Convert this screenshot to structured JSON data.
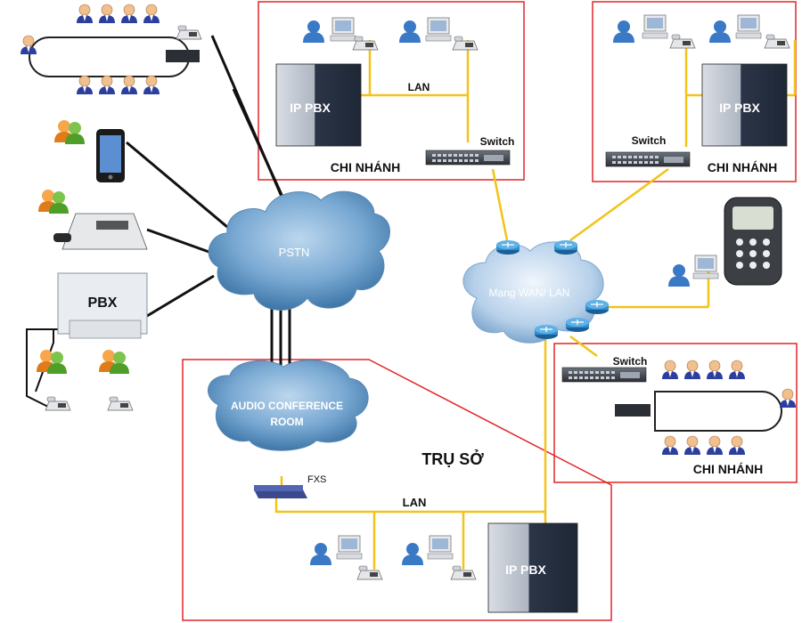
{
  "labels": {
    "lan_top": "LAN",
    "ip_pbx_branch1": "IP PBX",
    "switch_branch1": "Switch",
    "branch1": "CHI NHÁNH",
    "ip_pbx_branch2": "IP PBX",
    "switch_branch2": "Switch",
    "branch2": "CHI NHÁNH",
    "pstn": "PSTN",
    "wan": "Mạng WAN/ LAN",
    "pbx": "PBX",
    "conf_line1": "AUDIO CONFERENCE",
    "conf_line2": "ROOM",
    "fxs": "FXS",
    "lan_hq": "LAN",
    "hq": "TRỤ SỞ",
    "ip_pbx_hq": "IP PBX",
    "switch_branch3": "Switch",
    "branch3": "CHI NHÁNH"
  },
  "colors": {
    "frame": "#e0262a",
    "lan_link": "#f2c318",
    "pstn_link": "#111111",
    "cloud": "#4d87b8",
    "router": "#2e8ed1"
  }
}
